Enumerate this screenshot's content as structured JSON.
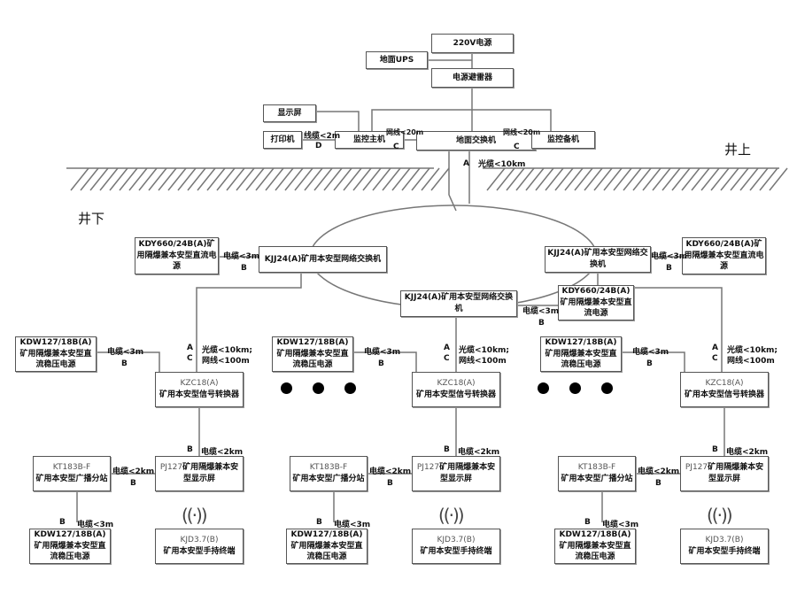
{
  "top": {
    "power": "220V电源",
    "ups": "地面UPS",
    "arrester": "电源避雷器",
    "display": "显示屏",
    "printer": "打印机",
    "host": "监控主机",
    "switch": "地面交换机",
    "backup": "监控备机",
    "l_printer": "线缆<2m",
    "l_printer_code": "D",
    "l_host": "网线<20m",
    "l_host_code": "C",
    "l_backup": "网线<20m",
    "l_backup_code": "C",
    "l_fiber_code": "A",
    "l_fiber": "光缆<10km"
  },
  "above": "井上",
  "below": "井下",
  "ring": {
    "left_switch": "KJJ24(A)矿用本安型网络交换机",
    "right_switch": "KJJ24(A)矿用本安型网络交换机",
    "center_switch": "KJJ24(A)矿用本安型网络交换机",
    "psu": "KDY660/24B(A)矿用隔爆兼本安型直流电源",
    "cable": "电缆<3m",
    "cable_code": "B"
  },
  "column": {
    "psu_model": "KDW127/18B(A)",
    "psu_name": "矿用隔爆兼本安型直流稳压电源",
    "cable3": "电缆<3m",
    "code_b": "B",
    "code_a": "A",
    "code_c": "C",
    "fiber": "光缆<10km;",
    "net": "网线<100m",
    "conv_model": "KZC18(A)",
    "conv_name": "矿用本安型信号转换器",
    "cable2": "电缆<2km",
    "bc_model": "KT183B-F",
    "bc_name": "矿用本安型广播分站",
    "disp_model": "PJ127",
    "disp_name": "矿用隔爆兼本安型显示屏",
    "term_model": "KJD3.7(B)",
    "term_name": "矿用本安型手持终端"
  },
  "colors": {
    "line": "#777",
    "border": "#555"
  },
  "icons": [
    "wifi-icon",
    "ellipsis-dots"
  ]
}
